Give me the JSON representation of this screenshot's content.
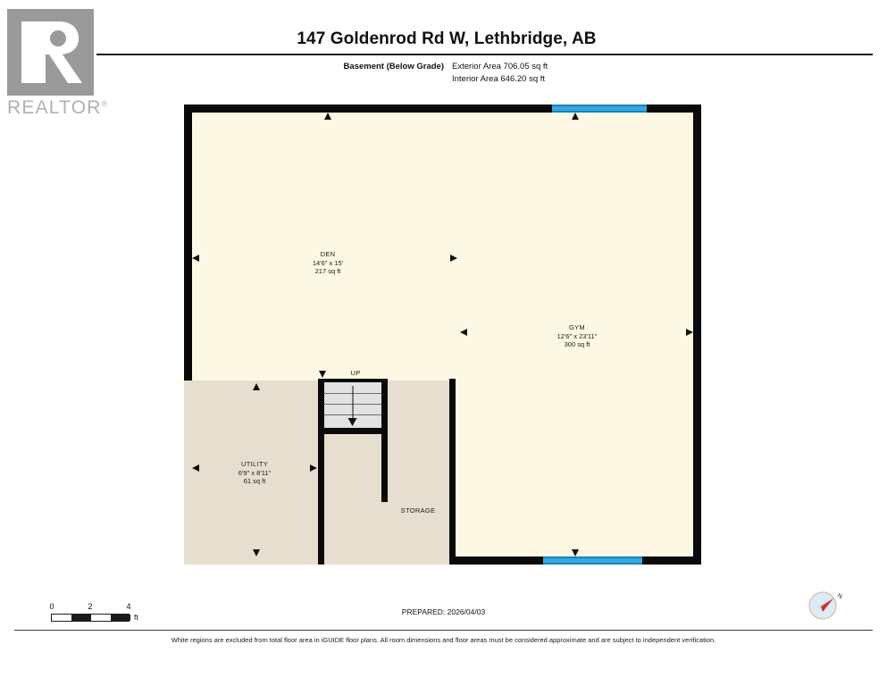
{
  "branding": {
    "logo_name": "realtor-logo",
    "wordmark": "REALTOR",
    "wordmark_suffix": "®"
  },
  "header": {
    "title": "147 Goldenrod Rd W, Lethbridge, AB",
    "level_label": "Basement (Below Grade)",
    "areas": [
      {
        "label": "Exterior Area",
        "value": "706.05 sq ft"
      },
      {
        "label": "Interior Area",
        "value": "646.20 sq ft"
      }
    ],
    "exterior_area_line": "Exterior Area 706.05 sq ft",
    "interior_area_line": "Interior Area 646.20 sq ft"
  },
  "floorplan": {
    "rooms": [
      {
        "key": "den",
        "name": "DEN",
        "dimensions": "14'6\" x 15'",
        "area": "217 sq ft"
      },
      {
        "key": "gym",
        "name": "GYM",
        "dimensions": "12'6\" x 23'11\"",
        "area": "300 sq ft"
      },
      {
        "key": "utility",
        "name": "UTILITY",
        "dimensions": "6'9\" x 8'11\"",
        "area": "61 sq ft"
      },
      {
        "key": "storage",
        "name": "STORAGE",
        "dimensions": "",
        "area": ""
      }
    ],
    "stairs_label": "UP",
    "colors": {
      "wall": "#0a0a0a",
      "included_floor": "#fdf8e3",
      "excluded_floor": "#e6decf",
      "window": "#39a7dd",
      "stair_tread": "#e2e2e2"
    }
  },
  "scale": {
    "ticks": [
      "0",
      "2",
      "4"
    ],
    "unit": "ft"
  },
  "footer": {
    "prepared": "PREPARED: 2026/04/03",
    "disclaimer": "White regions are excluded from total floor area in iGUIDE floor plans. All room dimensions and floor areas must be considered approximate and are subject to independent verification."
  },
  "compass": {
    "north_label": "N"
  }
}
